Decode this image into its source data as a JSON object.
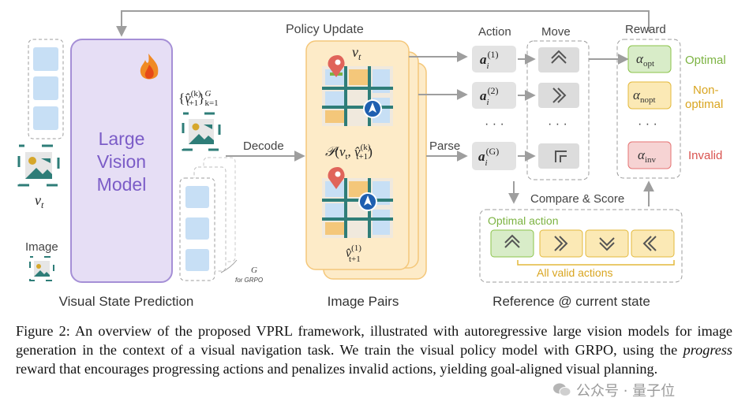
{
  "figure": {
    "policy_update": "Policy Update",
    "model_label": "Large Vision Model",
    "vt_label": "v",
    "vt_sub": "t",
    "image_label": "Image",
    "decode_label": "Decode",
    "parse_label": "Parse",
    "pairs_vt": "v",
    "pairs_vt_sub": "t",
    "pairs_formula": "𝒫(v_t, v̂_{t+1}^{(k)})",
    "pairs_bottom": "v̂^{(1)}_{t+1}",
    "set_label": "{v̂^{(k)}_{t+1}}^G_{k=1}",
    "g_label": "G",
    "g_sub": "for GRPO",
    "action_header": "Action",
    "move_header": "Move",
    "reward_header": "Reward",
    "actions": [
      "a_i^(1)",
      "a_i^(2)",
      "· · ·",
      "a_i^(G)"
    ],
    "rewards": [
      {
        "symbol": "α",
        "sub": "opt",
        "label": "Optimal",
        "color": "#7cb342"
      },
      {
        "symbol": "α",
        "sub": "nopt",
        "label": "Non-optimal",
        "color": "#d9a520"
      },
      {
        "symbol": "α",
        "sub": "inv",
        "label": "Invalid",
        "color": "#d9534f"
      }
    ],
    "compare_score": "Compare & Score",
    "optimal_action": "Optimal action",
    "all_valid_actions": "All valid actions",
    "section_labels": [
      "Visual State Prediction",
      "Image Pairs",
      "Reference @ current state"
    ],
    "colors": {
      "purple": "#e6def5",
      "purple_border": "#a58fd6",
      "orange": "#fdebc8",
      "orange_border": "#f4c77a",
      "green": "#d8ecc8",
      "yellow": "#fbe9b5",
      "red": "#f6d3d3",
      "blue_tile": "#c7dff5",
      "teal": "#2e7d78"
    }
  },
  "caption": {
    "part1": "Figure 2: An overview of the proposed VPRL framework, illustrated with autoregressive large vision models for image generation in the context of a visual navigation task. We train the visual policy model with GRPO, using the ",
    "italic": "progress",
    "part2": " reward that encourages progressing actions and penalizes invalid actions, yielding goal-aligned visual planning."
  },
  "watermark": "公众号 · 量子位"
}
